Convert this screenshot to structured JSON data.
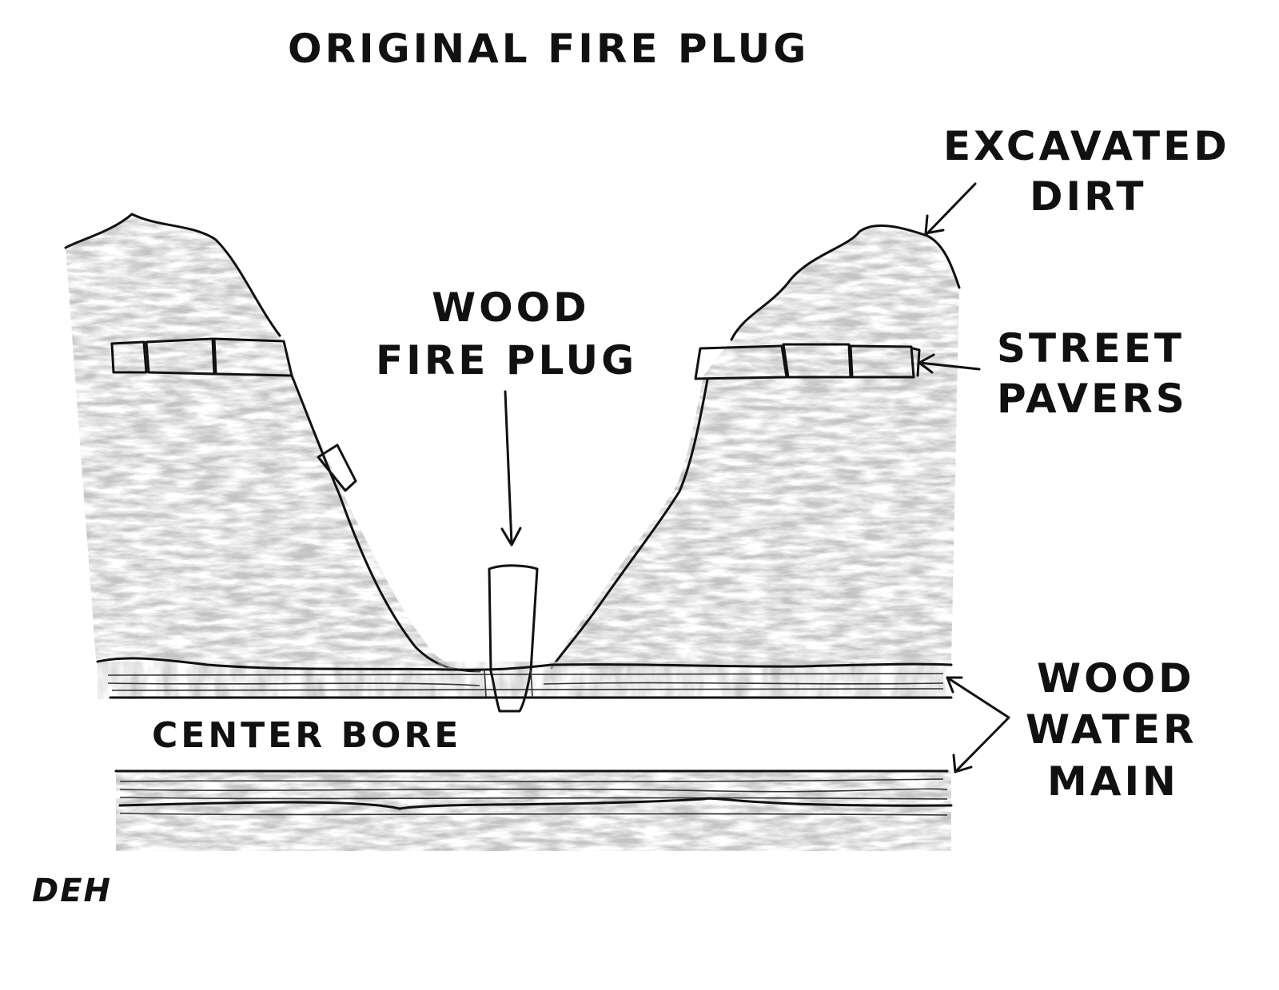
{
  "title": "ORIGINAL FIRE PLUG",
  "labels": {
    "excavated_dirt": [
      "EXCAVATED",
      "DIRT"
    ],
    "wood_fire_plug": [
      "WOOD",
      "FIRE PLUG"
    ],
    "street_pavers": [
      "STREET",
      "PAVERS"
    ],
    "wood_water_main": [
      "WOOD",
      "WATER",
      "MAIN"
    ],
    "center_bore": "CENTER BORE"
  },
  "signature": "DEH"
}
